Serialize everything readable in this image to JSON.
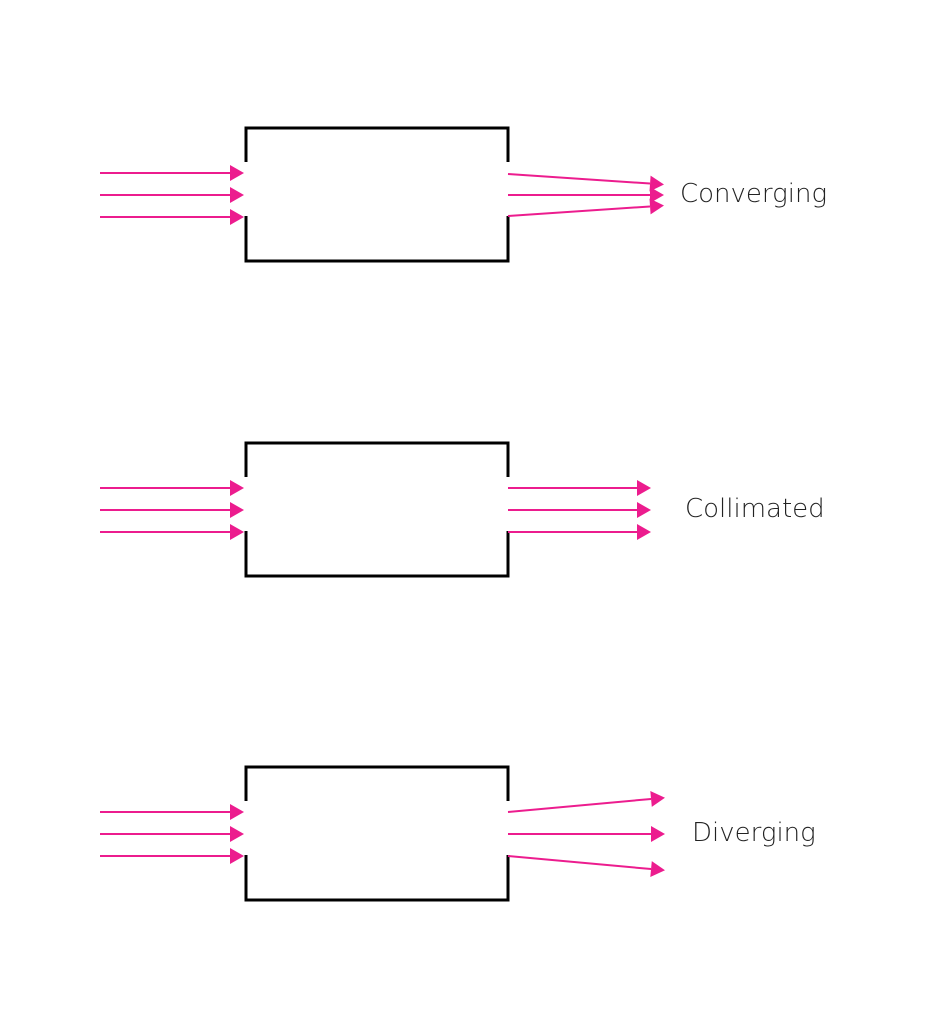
{
  "colors": {
    "ray": "#ec1c8e",
    "box": "#000000",
    "label": "#222222"
  },
  "panels": [
    {
      "id": "converging",
      "label": "Converging",
      "output": "converging"
    },
    {
      "id": "collimated",
      "label": "Collimated",
      "output": "collimated"
    },
    {
      "id": "diverging",
      "label": "Diverging",
      "output": "diverging"
    }
  ]
}
